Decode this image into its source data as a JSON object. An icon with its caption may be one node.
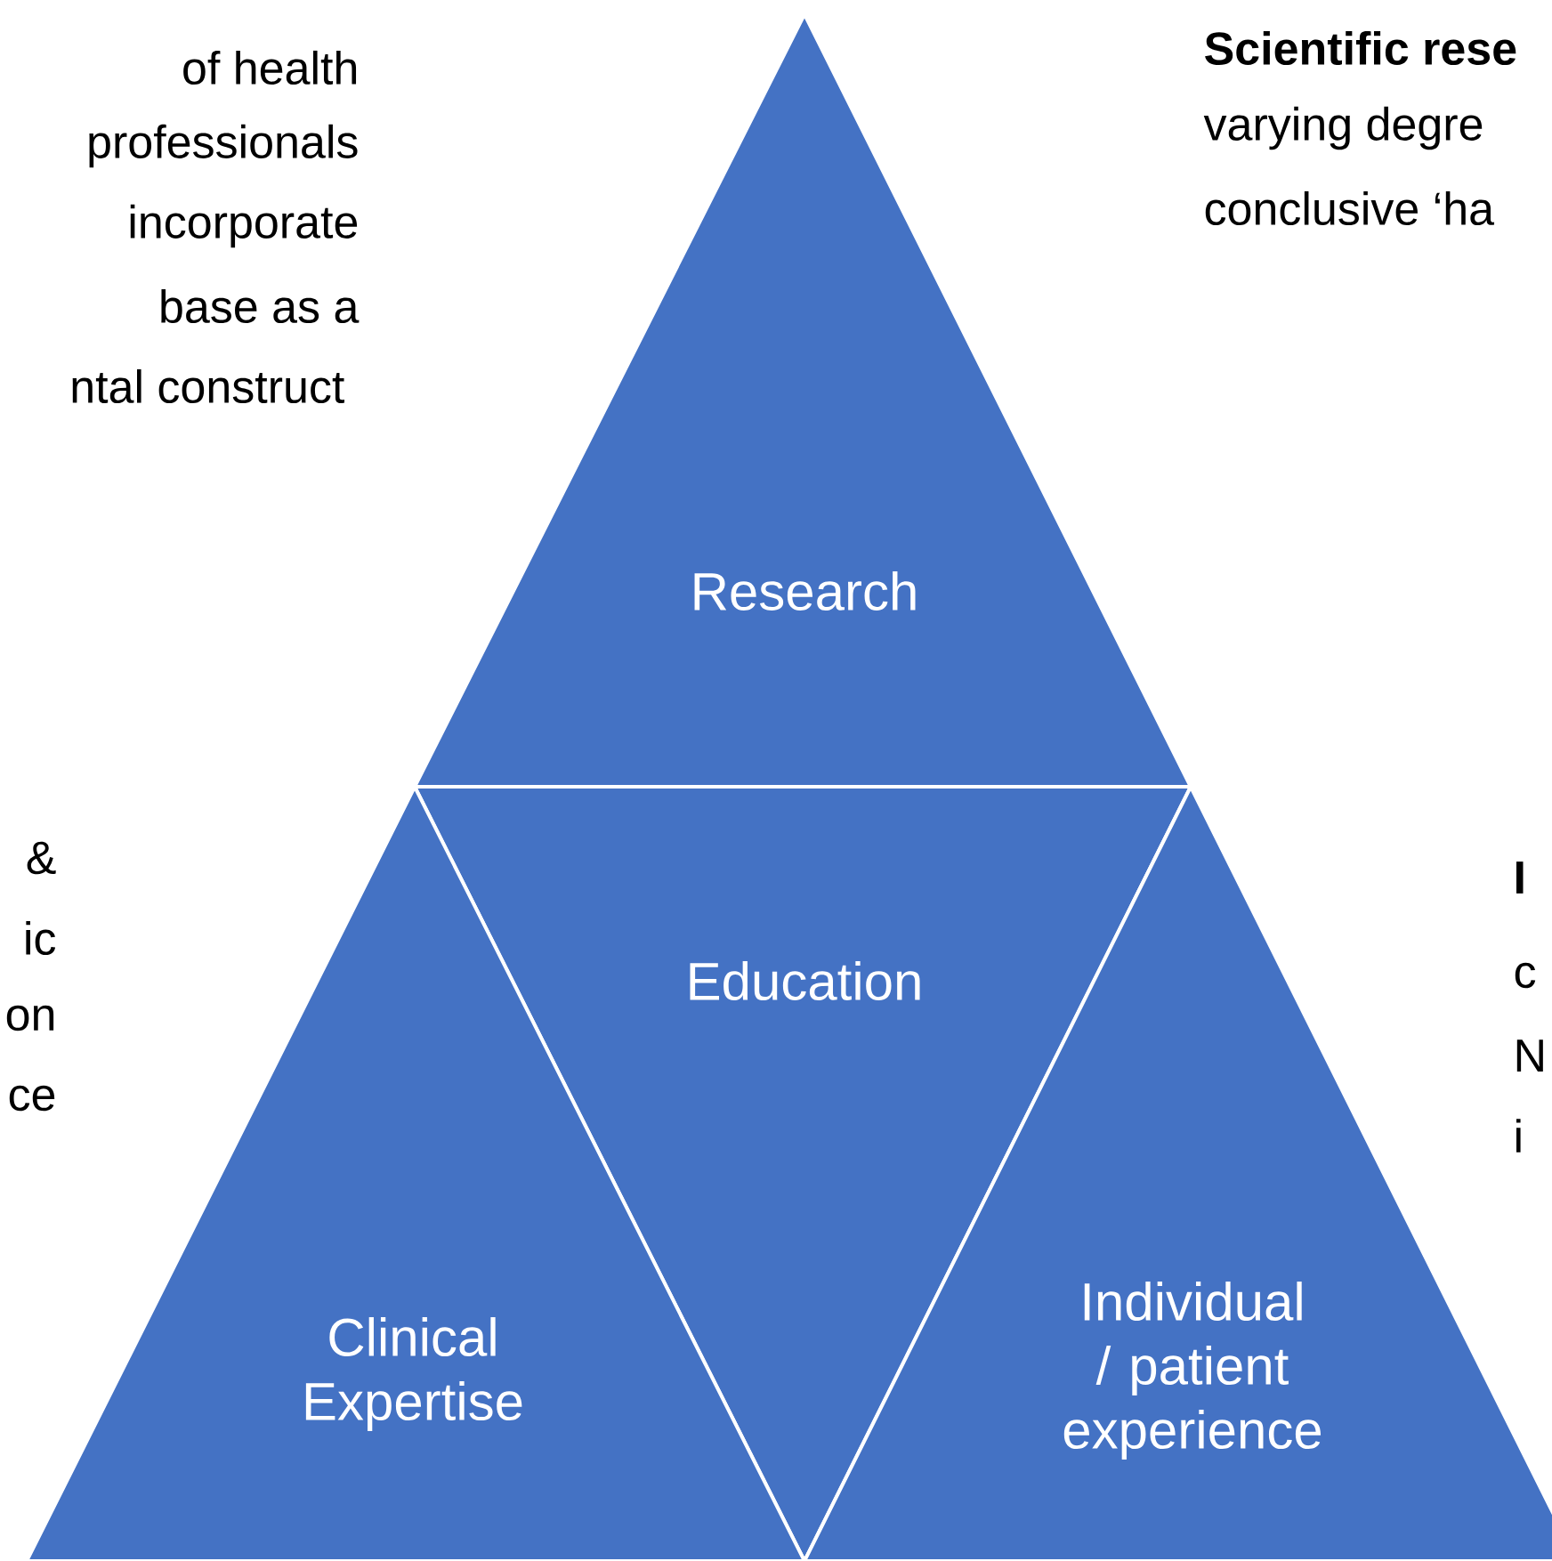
{
  "diagram": {
    "nodes": [
      {
        "text": [
          "Research"
        ]
      },
      {
        "text": [
          "Education"
        ]
      },
      {
        "text": [
          "Clinical Expertise"
        ]
      },
      {
        "text": [
          "Individual / patient experience"
        ]
      }
    ],
    "labels": [
      "of health",
      "professionals",
      "incorporate",
      "base as a",
      "ntal construct",
      "Scientific rese",
      "varying degre",
      "conclusive ‘ha",
      "&",
      "ic",
      "on",
      "ce",
      "I",
      "c",
      "N",
      "i"
    ]
  }
}
